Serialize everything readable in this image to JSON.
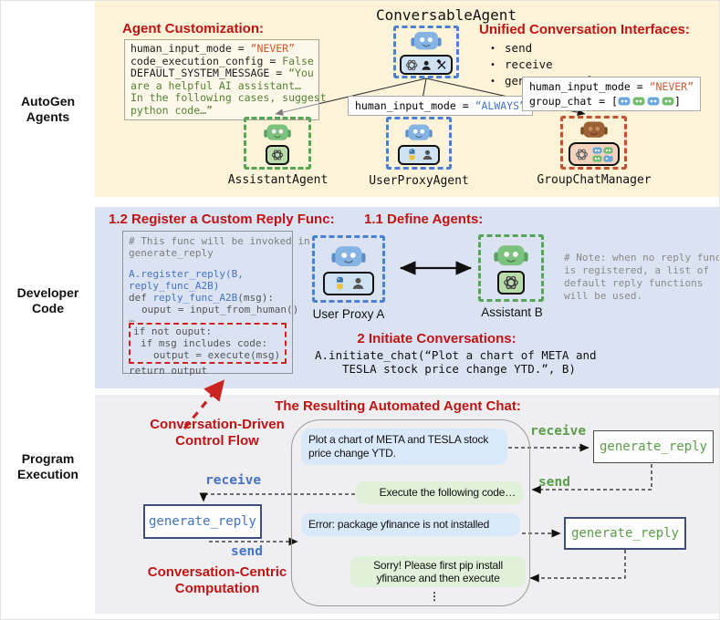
{
  "colors": {
    "band_agents": "#fcf3d8",
    "band_dev": "#dbe3f3",
    "band_exec": "#efeff1",
    "heading_red": "#c01414",
    "code_blue": "#4472c4",
    "code_green": "#538135",
    "code_orange": "#d2572b",
    "label_green": "#5a9e4b",
    "label_blue": "#4472c4"
  },
  "side_labels": {
    "agents": "AutoGen Agents",
    "dev": "Developer Code",
    "exec": "Program Execution"
  },
  "top": {
    "title": "ConversableAgent",
    "customization": {
      "heading": "Agent Customization:",
      "l1a": "human_input_mode = ",
      "l1b": "“NEVER”",
      "l2a": "code_execution_config = ",
      "l2b": "False",
      "l3a": "DEFAULT_SYSTEM_MESSAGE = ",
      "l3b": "“You",
      "l4": "are a helpful AI assistant…",
      "l5": "In the following cases, suggest",
      "l6": "python code…”"
    },
    "interfaces": {
      "heading": "Unified Conversation Interfaces:",
      "items": [
        "send",
        "receive",
        "generate_reply"
      ]
    },
    "always_box": {
      "pre": "human_input_mode = ",
      "val": "“ALWAYS”"
    },
    "never_box": {
      "l1a": "human_input_mode = ",
      "l1b": "“NEVER”",
      "l2a": "group_chat = [",
      "l2b": "]"
    },
    "agents": {
      "assistant": "AssistantAgent",
      "userproxy": "UserProxyAgent",
      "groupchat": "GroupChatManager"
    }
  },
  "dev": {
    "register_heading": "1.2 Register a Custom Reply Func:",
    "code": {
      "c1": "# This func will be invoked in",
      "c2": "generate_reply",
      "c3": "A.register_reply(B,",
      "c4": "reply_func_A2B)",
      "c5a": "def ",
      "c5b": "reply_func_A2B",
      "c5c": "(msg):",
      "c6": "ouput = input_from_human()",
      "c7": "…",
      "c8": "if not ouput:",
      "c9": "if msg includes code:",
      "c10": "output = execute(msg)",
      "c11": "return output"
    },
    "define_heading": "1.1 Define Agents:",
    "user_proxy_a": "User Proxy A",
    "assistant_b": "Assistant B",
    "note": "# Note: when no reply func is registered, a list of default reply functions will be used.",
    "initiate_heading": "2 Initiate Conversations:",
    "initiate_l1": "A.initiate_chat(“Plot a chart of META and",
    "initiate_l2": "TESLA stock price change YTD.”, B)"
  },
  "exec": {
    "control_flow": "Conversation-Driven Control Flow",
    "chat_heading": "The Resulting Automated Agent Chat:",
    "centric": "Conversation-Centric Computation",
    "bubbles": [
      {
        "text": "Plot a chart of META and TESLA stock price change YTD.",
        "speaker": "user"
      },
      {
        "text": "Execute the following code…",
        "speaker": "assistant"
      },
      {
        "text": "Error: package yfinance is not installed",
        "speaker": "user"
      },
      {
        "text": "Sorry! Please first pip install yfinance and then execute",
        "speaker": "assistant"
      }
    ],
    "ellipsis": "⋮",
    "generate_reply": "generate_reply",
    "receive": "receive",
    "send": "send"
  }
}
